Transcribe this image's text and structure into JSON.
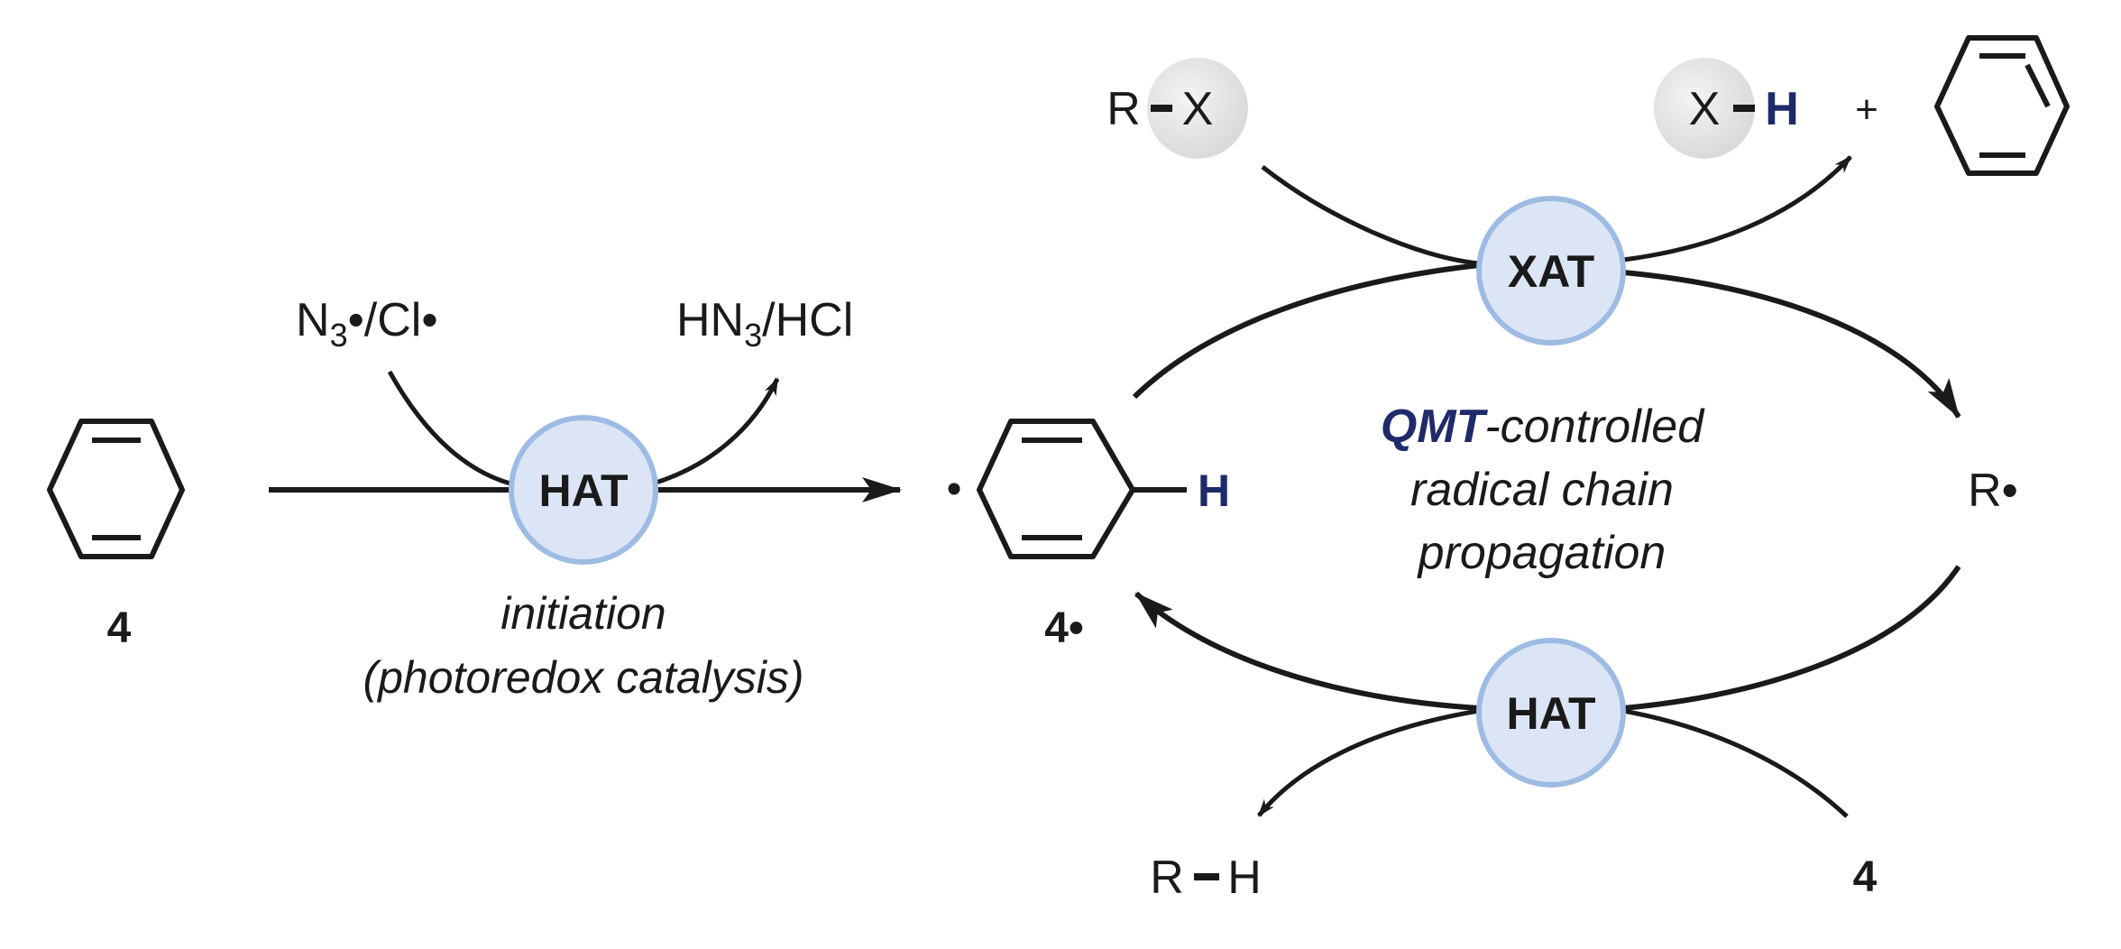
{
  "colors": {
    "ink": "#1a1a1a",
    "accent": "#1f2a6b",
    "bubble_fill": "#dbe5f5",
    "bubble_stroke": "#9dbbe3",
    "halo": "#e6e6e6"
  },
  "initiation": {
    "reagent_parts": [
      "N",
      "3",
      "•/Cl•"
    ],
    "byproduct_parts": [
      "HN",
      "3",
      "/HCl"
    ],
    "bubble_label": "HAT",
    "caption_line1": "initiation",
    "caption_line2": "(photoredox catalysis)"
  },
  "compound_label": "4",
  "radical_label": "4•",
  "radical_h": "H",
  "radical_dot": "•",
  "cycle": {
    "xat_label": "XAT",
    "hat_label": "HAT",
    "center_qmt": "QMT",
    "center_line1_rest": "-controlled",
    "center_line2": "radical chain",
    "center_line3": "propagation",
    "rx_r": "R",
    "rx_x": "X",
    "xh_x": "X",
    "xh_h": "H",
    "plus": "+",
    "r_radical": "R•",
    "rh_r": "R",
    "rh_h": "H",
    "reagent_4": "4"
  }
}
